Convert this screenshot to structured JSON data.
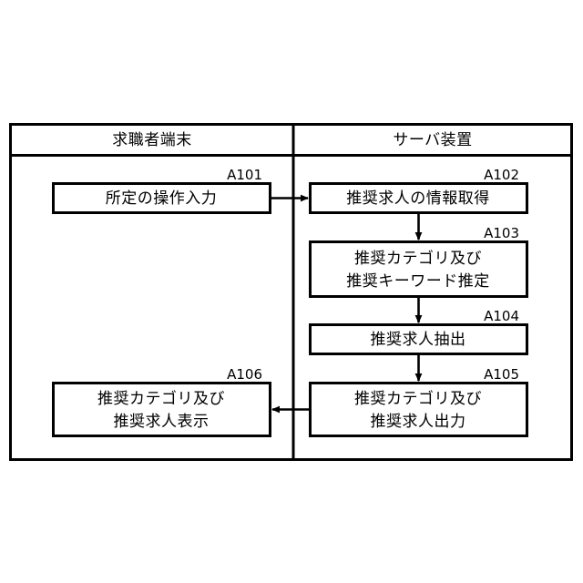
{
  "diagram": {
    "type": "swimlane-flowchart",
    "background_color": "#ffffff",
    "line_color": "#000000",
    "box_fill": "#ffffff",
    "lanes": [
      {
        "id": "lane-left",
        "title": "求職者端末"
      },
      {
        "id": "lane-right",
        "title": "サーバ装置"
      }
    ],
    "steps": [
      {
        "id": "A101",
        "lane": "lane-left",
        "lines": [
          "所定の操作入力"
        ]
      },
      {
        "id": "A102",
        "lane": "lane-right",
        "lines": [
          "推奨求人の情報取得"
        ]
      },
      {
        "id": "A103",
        "lane": "lane-right",
        "lines": [
          "推奨カテゴリ及び",
          "推奨キーワード推定"
        ]
      },
      {
        "id": "A104",
        "lane": "lane-right",
        "lines": [
          "推奨求人抽出"
        ]
      },
      {
        "id": "A105",
        "lane": "lane-right",
        "lines": [
          "推奨カテゴリ及び",
          "推奨求人出力"
        ]
      },
      {
        "id": "A106",
        "lane": "lane-left",
        "lines": [
          "推奨カテゴリ及び",
          "推奨求人表示"
        ]
      }
    ],
    "connectors": [
      {
        "from": "A101",
        "to": "A102",
        "direction": "right"
      },
      {
        "from": "A102",
        "to": "A103",
        "direction": "down"
      },
      {
        "from": "A103",
        "to": "A104",
        "direction": "down"
      },
      {
        "from": "A104",
        "to": "A105",
        "direction": "down"
      },
      {
        "from": "A105",
        "to": "A106",
        "direction": "left"
      }
    ]
  }
}
